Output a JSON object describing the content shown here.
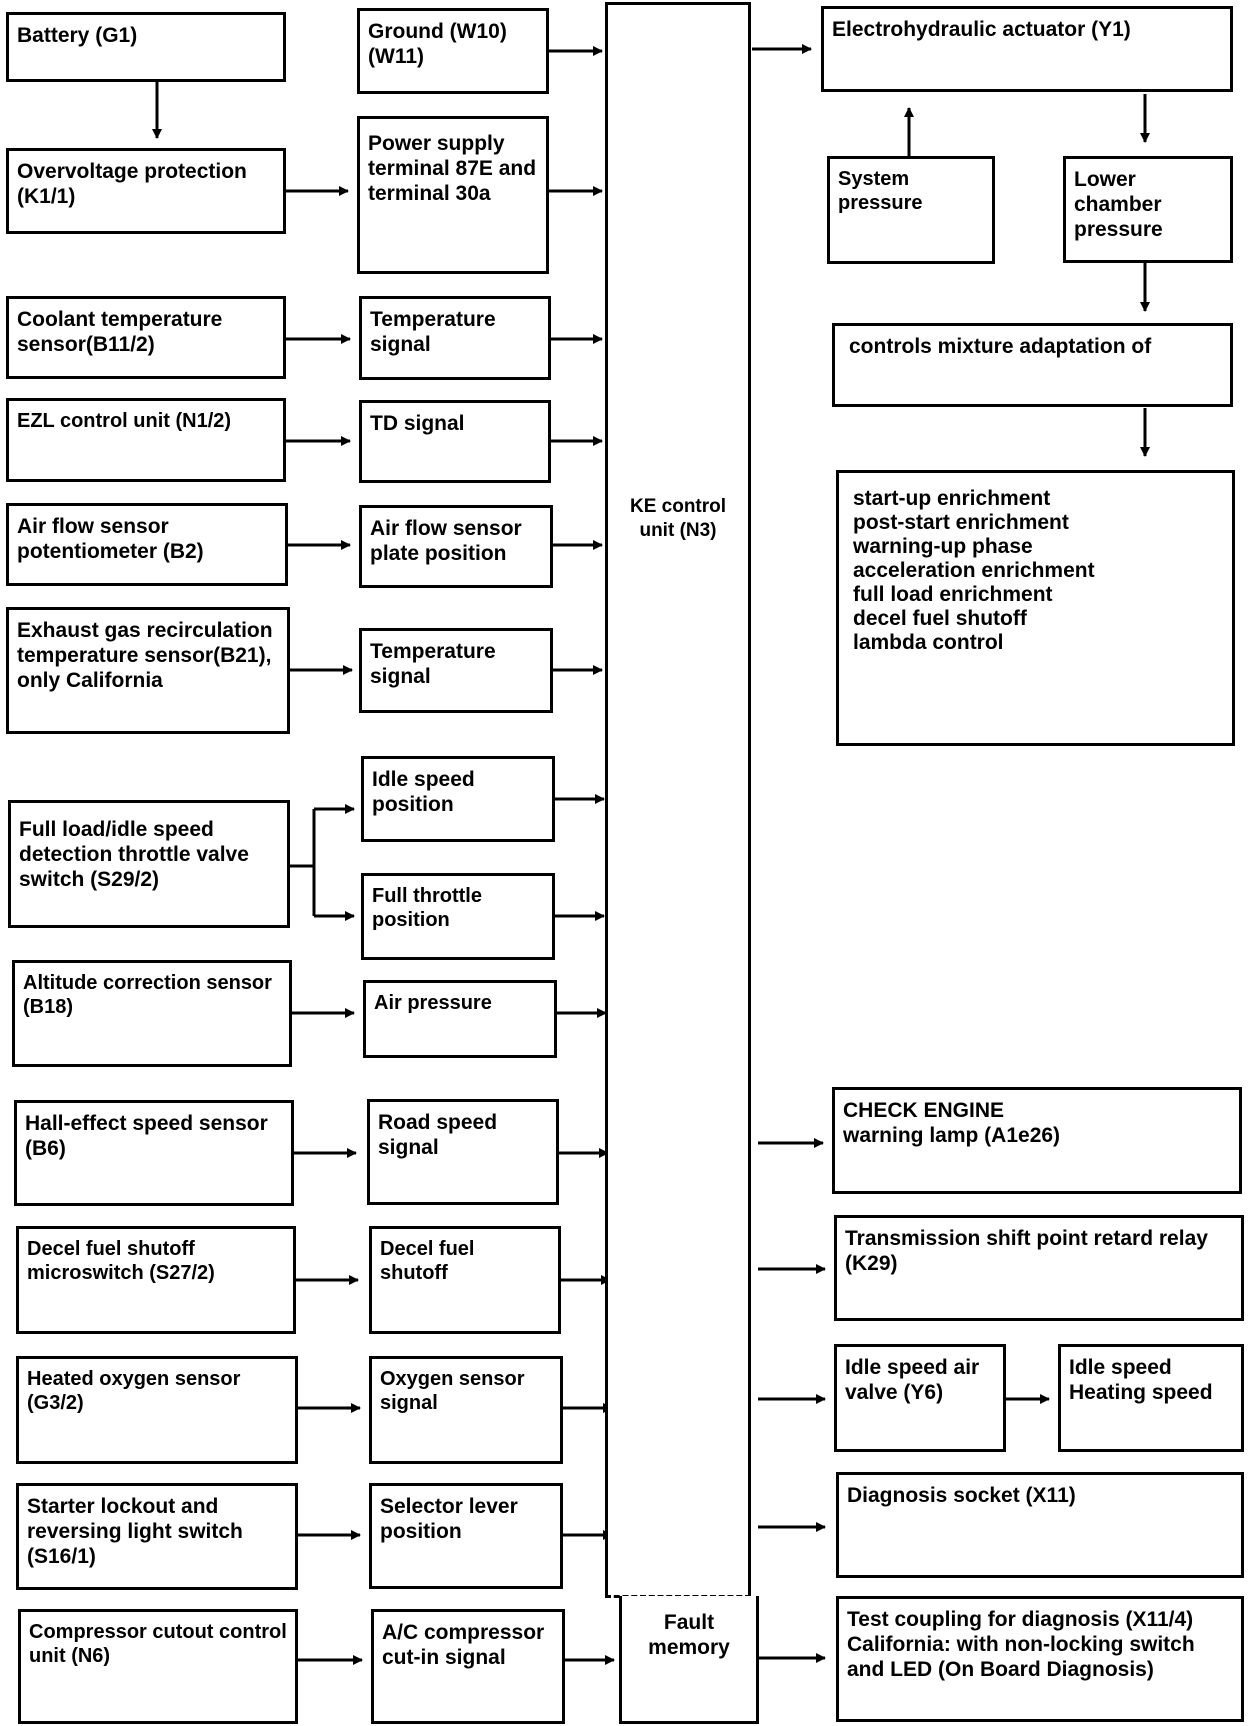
{
  "inputs": [
    {
      "id": "battery",
      "source": "Battery (G1)",
      "signal": "Ground (W10)\n(W11)"
    },
    {
      "id": "overvoltage",
      "source": "Overvoltage protection\n(K1/1)",
      "signal": "Power supply\nterminal 87E and\nterminal 30a"
    },
    {
      "id": "coolant",
      "source": "Coolant temperature\nsensor(B11/2)",
      "signal": "Temperature\nsignal"
    },
    {
      "id": "ezl",
      "source": "EZL control unit (N1/2)",
      "signal": "TD signal"
    },
    {
      "id": "airflow",
      "source": "Air flow sensor\npotentiometer (B2)",
      "signal": "Air flow sensor\nplate position"
    },
    {
      "id": "egr",
      "source": "Exhaust gas recirculation\ntemperature sensor(B21),\nonly California",
      "signal": "Temperature\nsignal"
    },
    {
      "id": "fullload",
      "source": "Full load/idle speed\ndetection throttle valve\nswitch (S29/2)",
      "signal": "Idle speed\nposition",
      "signal2": "Full throttle\nposition"
    },
    {
      "id": "altitude",
      "source": "Altitude correction sensor\n(B18)",
      "signal": "Air pressure"
    },
    {
      "id": "hall",
      "source": "Hall-effect speed sensor\n(B6)",
      "signal": "Road speed\nsignal"
    },
    {
      "id": "decel",
      "source": "Decel fuel shutoff\nmicroswitch (S27/2)",
      "signal": "Decel fuel\nshutoff"
    },
    {
      "id": "oxygen",
      "source": "Heated oxygen sensor\n(G3/2)",
      "signal": "Oxygen sensor\nsignal"
    },
    {
      "id": "starter",
      "source": "Starter lockout and\nreversing light switch\n(S16/1)",
      "signal": "Selector lever\nposition"
    },
    {
      "id": "compressor",
      "source": "Compressor cutout control\nunit (N6)",
      "signal": "A/C compressor\ncut-in signal"
    }
  ],
  "control_unit": {
    "label": "KE control\nunit (N3)",
    "fault_memory": "Fault\nmemory"
  },
  "outputs": {
    "actuator": "Electrohydraulic actuator (Y1)",
    "system_pressure": "System\npressure",
    "lower_chamber": "Lower\nchamber\npressure",
    "mixture": "controls mixture adaptation of",
    "mixture_list": "start-up enrichment\npost-start enrichment\nwarning-up phase\nacceleration enrichment\nfull load enrichment\ndecel fuel shutoff\nlambda control",
    "check_engine": "CHECK ENGINE\nwarning lamp (A1e26)",
    "transmission": "Transmission shift point retard relay\n(K29)",
    "idle_valve": "Idle speed air\nvalve (Y6)",
    "idle_heating": "Idle speed\nHeating speed",
    "diagnosis_socket": "Diagnosis socket  (X11)",
    "test_coupling": "Test coupling for diagnosis (X11/4)\nCalifornia: with non-locking switch\nand LED (On Board Diagnosis)"
  }
}
